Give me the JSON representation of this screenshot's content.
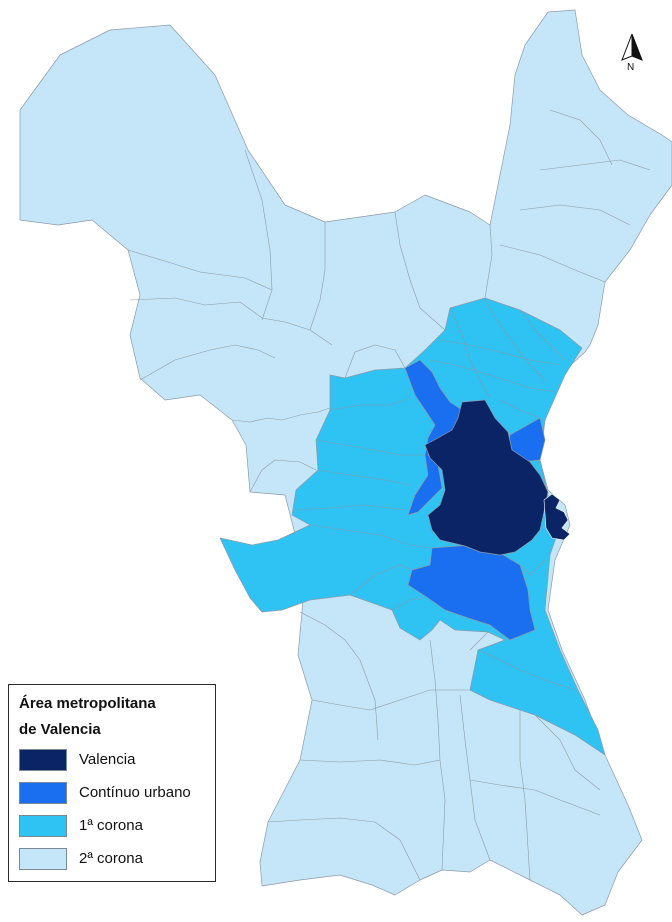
{
  "legend": {
    "title_line1": "Área metropolitana",
    "title_line2": "de Valencia",
    "items": [
      {
        "label": "Valencia",
        "color": "#0a2466"
      },
      {
        "label": "Contínuo urbano",
        "color": "#1a6ff0"
      },
      {
        "label": "1ª corona",
        "color": "#2ec3f2"
      },
      {
        "label": "2ª corona",
        "color": "#c5e6f8"
      }
    ]
  },
  "north_arrow": {
    "label": "N"
  }
}
